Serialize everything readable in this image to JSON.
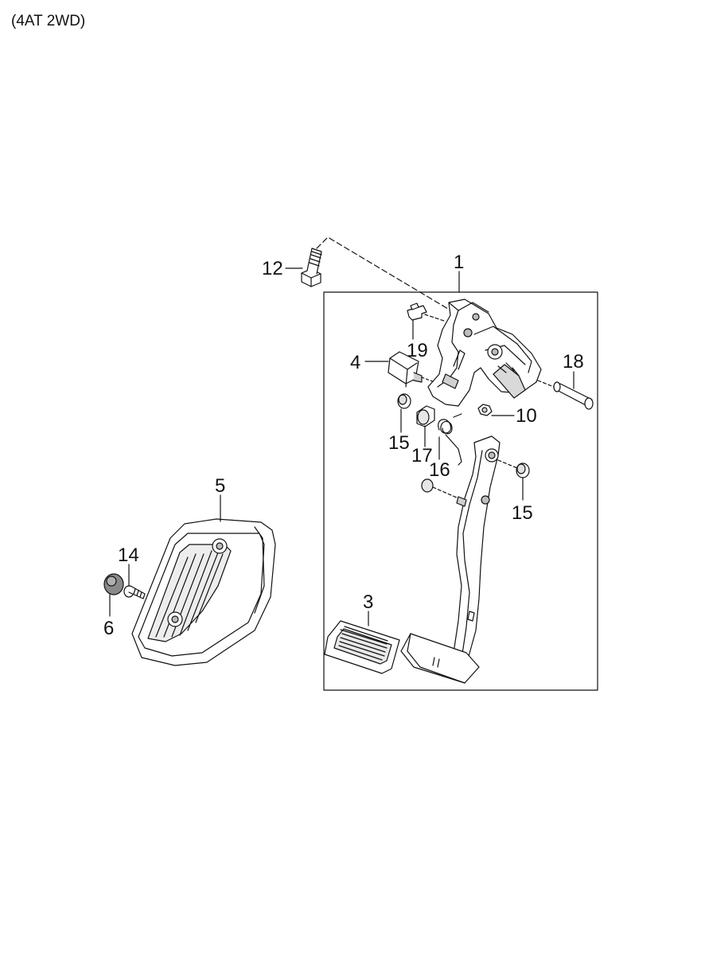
{
  "header": {
    "title": "(4AT 2WD)"
  },
  "callouts": [
    {
      "id": "1",
      "label": "1"
    },
    {
      "id": "3",
      "label": "3"
    },
    {
      "id": "4",
      "label": "4"
    },
    {
      "id": "5",
      "label": "5"
    },
    {
      "id": "6",
      "label": "6"
    },
    {
      "id": "10",
      "label": "10"
    },
    {
      "id": "12",
      "label": "12"
    },
    {
      "id": "14",
      "label": "14"
    },
    {
      "id": "15a",
      "label": "15"
    },
    {
      "id": "15b",
      "label": "15"
    },
    {
      "id": "16",
      "label": "16"
    },
    {
      "id": "17",
      "label": "17"
    },
    {
      "id": "18",
      "label": "18"
    },
    {
      "id": "19",
      "label": "19"
    }
  ],
  "colors": {
    "line": "#111111",
    "fill": "#ffffff",
    "shade": "#cfcfcf"
  }
}
